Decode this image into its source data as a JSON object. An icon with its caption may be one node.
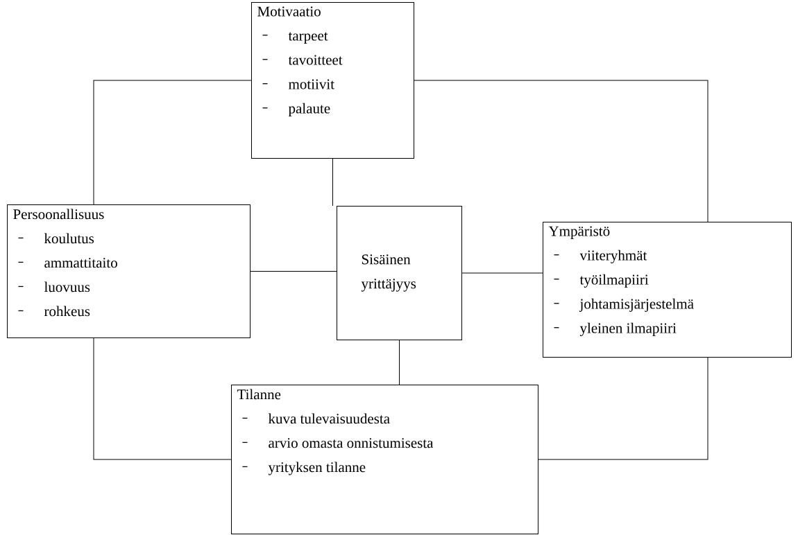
{
  "diagram": {
    "nodes": [
      {
        "text": [
          "Motivaatio",
          "tarpeet",
          "tavoitteet",
          "motiivit",
          "palaute"
        ]
      },
      {
        "text": [
          "Persoonallisuus",
          "koulutus",
          "ammattitaito",
          "luovuus",
          "rohkeus"
        ]
      },
      {
        "text": [
          "Sisäinen yrittäjyys"
        ]
      },
      {
        "text": [
          "Ympäristö",
          "viiteryhmät",
          "työilmapiiri",
          "johtamisjärjestelmä",
          "yleinen ilmapiiri"
        ]
      },
      {
        "text": [
          "Tilanne",
          "kuva tulevaisuudesta",
          "arvio omasta onnistumisesta",
          "yrityksen tilanne"
        ]
      }
    ],
    "edges": [
      {
        "from": 0,
        "to": 1,
        "arrow": "none"
      },
      {
        "from": 0,
        "to": 2,
        "arrow": "none"
      },
      {
        "from": 0,
        "to": 3,
        "arrow": "none"
      },
      {
        "from": 1,
        "to": 2,
        "arrow": "none"
      },
      {
        "from": 2,
        "to": 3,
        "arrow": "none"
      },
      {
        "from": 1,
        "to": 4,
        "arrow": "none"
      },
      {
        "from": 2,
        "to": 4,
        "arrow": "none"
      },
      {
        "from": 3,
        "to": 4,
        "arrow": "none"
      }
    ]
  }
}
